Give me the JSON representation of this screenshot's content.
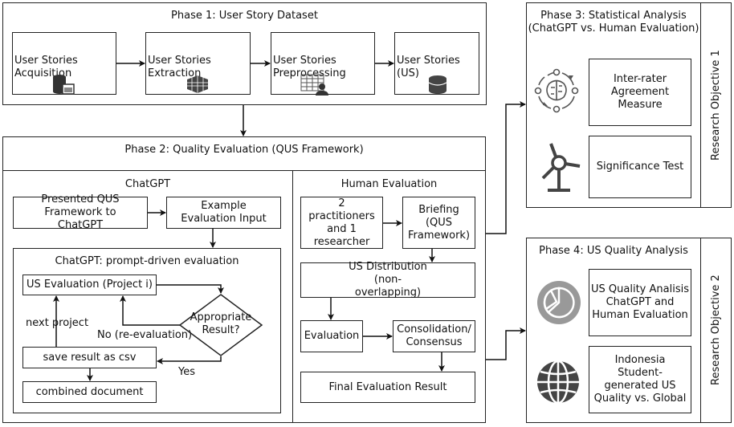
{
  "phase1": {
    "title": "Phase 1: User Story Dataset",
    "steps": [
      {
        "line1": "User Stories",
        "line2": "Acquisition",
        "icon": "database-document-icon"
      },
      {
        "line1": "User Stories",
        "line2": "Extraction",
        "icon": "cube-grid-icon"
      },
      {
        "line1": "User Stories",
        "line2": "Preprocessing",
        "icon": "table-user-icon"
      },
      {
        "line1": "User Stories",
        "line2": "(US)",
        "icon": "database-icon"
      }
    ]
  },
  "phase2": {
    "title": "Phase 2: Quality Evaluation (QUS Framework)",
    "chatgpt": {
      "title": "ChatGPT",
      "presented": "Presented QUS Framework to ChatGPT",
      "example": "Example Evaluation Input",
      "loop_title": "ChatGPT: prompt-driven evaluation",
      "us_evaluation": "US Evaluation (Project i)",
      "decision": "Appropriate Result?",
      "no_label": "No (re-evaluation)",
      "yes_label": "Yes",
      "next_label": "next project",
      "save": "save result as csv",
      "combined": "combined document"
    },
    "human": {
      "title": "Human Evaluation",
      "people": "2 practitioners and 1 researcher",
      "briefing": "Briefing (QUS Framework)",
      "distribution": "US Distribution (non-overlapping)",
      "evaluation": "Evaluation",
      "consensus": "Consolidation/ Consensus",
      "final": "Final Evaluation Result"
    }
  },
  "phase3": {
    "title_line1": "Phase 3: Statistical Analysis",
    "title_line2": "(ChatGPT vs. Human Evaluation)",
    "items": [
      {
        "label": "Inter-rater Agreement Measure",
        "icon": "brain-cycle-icon"
      },
      {
        "label": "Significance Test",
        "icon": "wind-turbine-icon"
      }
    ],
    "objective": "Research Objective 1"
  },
  "phase4": {
    "title": "Phase 4: US Quality Analysis",
    "items": [
      {
        "label": "US Quality Analisis ChatGPT and Human Evaluation",
        "icon": "pie-chart-icon"
      },
      {
        "label": "Indonesia Student-generated US Quality vs. Global",
        "icon": "globe-icon"
      }
    ],
    "objective": "Research Objective 2"
  },
  "colors": {
    "line": "#222222",
    "icon_dark": "#444444",
    "icon_gray": "#999999"
  }
}
